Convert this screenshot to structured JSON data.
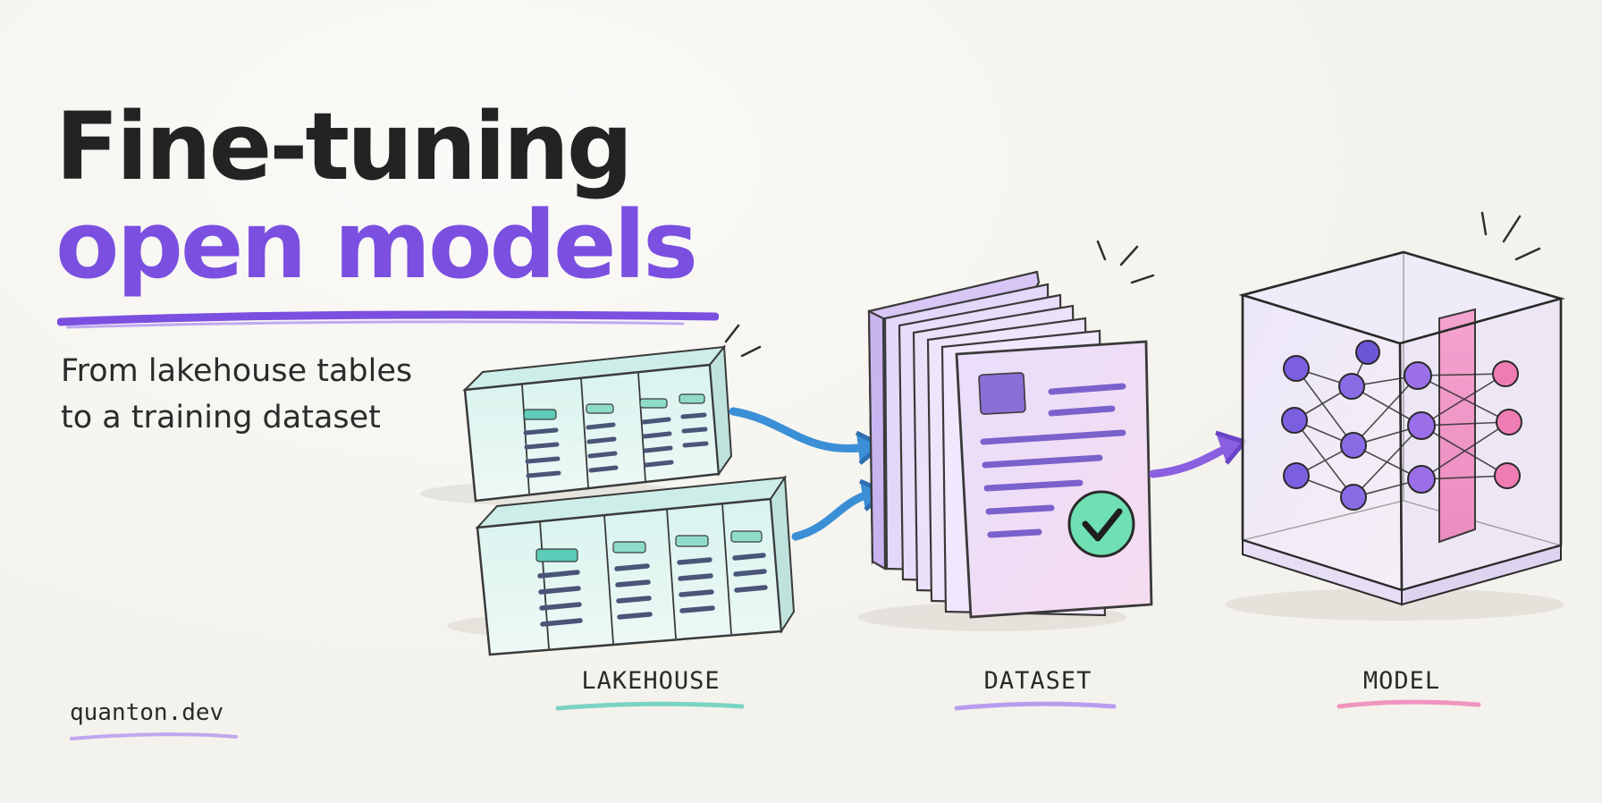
{
  "title": {
    "line1": "Fine-tuning",
    "line2": "open models"
  },
  "subtitle": {
    "line1": "From lakehouse tables",
    "line2": "to a training dataset"
  },
  "stages": {
    "lakehouse": "LAKEHOUSE",
    "dataset": "DATASET",
    "model": "MODEL"
  },
  "footer": {
    "site": "quanton.dev"
  },
  "colors": {
    "title_dark": "#232323",
    "title_accent": "#7b4fe0",
    "lakehouse_teal": "#5ccbb8",
    "arrow_blue": "#3b8fd6",
    "dataset_lavender": "#c9b4f0",
    "check_green": "#6fe0b3",
    "model_purple": "#7b5fe0",
    "model_pink": "#f07cb4"
  },
  "icons": {
    "lakehouse": "table-block-icon",
    "dataset": "document-stack-icon",
    "verified": "check-circle-icon",
    "model": "neural-network-cube-icon"
  }
}
